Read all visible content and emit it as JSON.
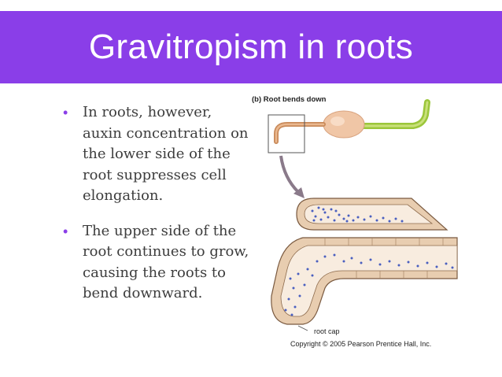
{
  "slide": {
    "title": "Gravitropism in roots",
    "accent_color": "#8a3ee8"
  },
  "bullets": [
    {
      "text": "In roots, however, auxin concentration on the lower side of the root suppresses cell elongation."
    },
    {
      "text": "The upper side of the root continues to grow, causing the roots to bend downward."
    }
  ],
  "figure": {
    "panel_letter": "(b)",
    "panel_title": "Root bends down",
    "root_cap_label": "root cap",
    "copyright": "Copyright © 2005 Pearson Prentice Hall, Inc."
  }
}
